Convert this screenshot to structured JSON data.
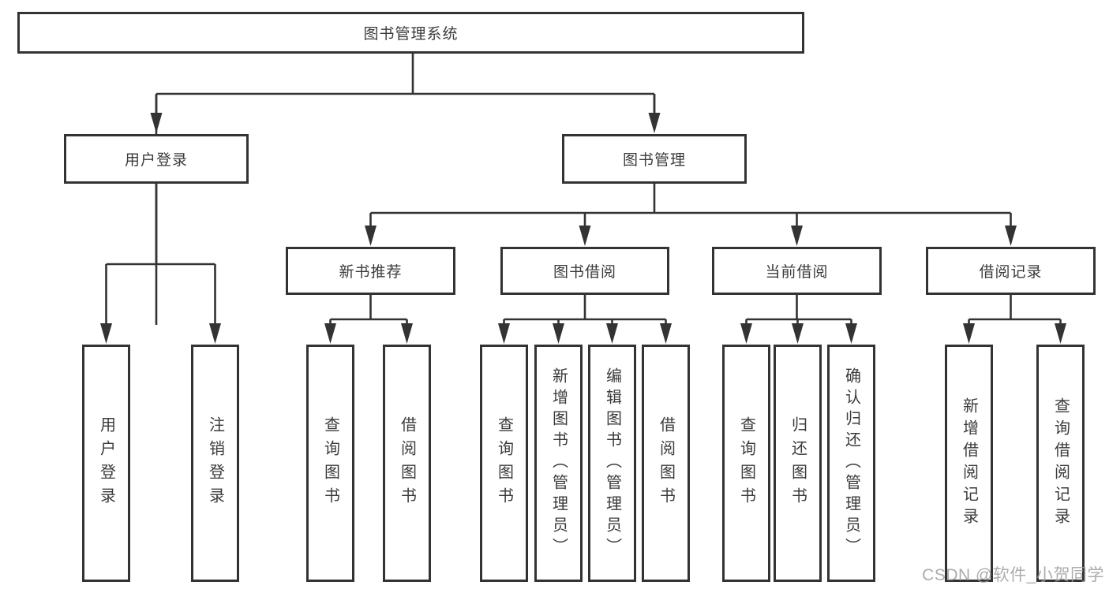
{
  "diagram": {
    "root": "图书管理系统",
    "level2": {
      "left": "用户登录",
      "right": "图书管理"
    },
    "level3": [
      "新书推荐",
      "图书借阅",
      "当前借阅",
      "借阅记录"
    ],
    "leafGroups": {
      "userLogin": [
        "用户登录",
        "注销登录"
      ],
      "newBookRec": [
        "查询图书",
        "借阅图书"
      ],
      "bookBorrow": [
        "查询图书",
        "新增图书（管理员）",
        "编辑图书（管理员）",
        "借阅图书"
      ],
      "currentBorrow": [
        "查询图书",
        "归还图书",
        "确认归还（管理员）"
      ],
      "borrowRecords": [
        "新增借阅记录",
        "查询借阅记录"
      ]
    },
    "line_color": "#333333",
    "text_color": "#3b3b3b",
    "background": "#ffffff"
  },
  "watermark": {
    "text": "CSDN @软件_小贺同学"
  }
}
